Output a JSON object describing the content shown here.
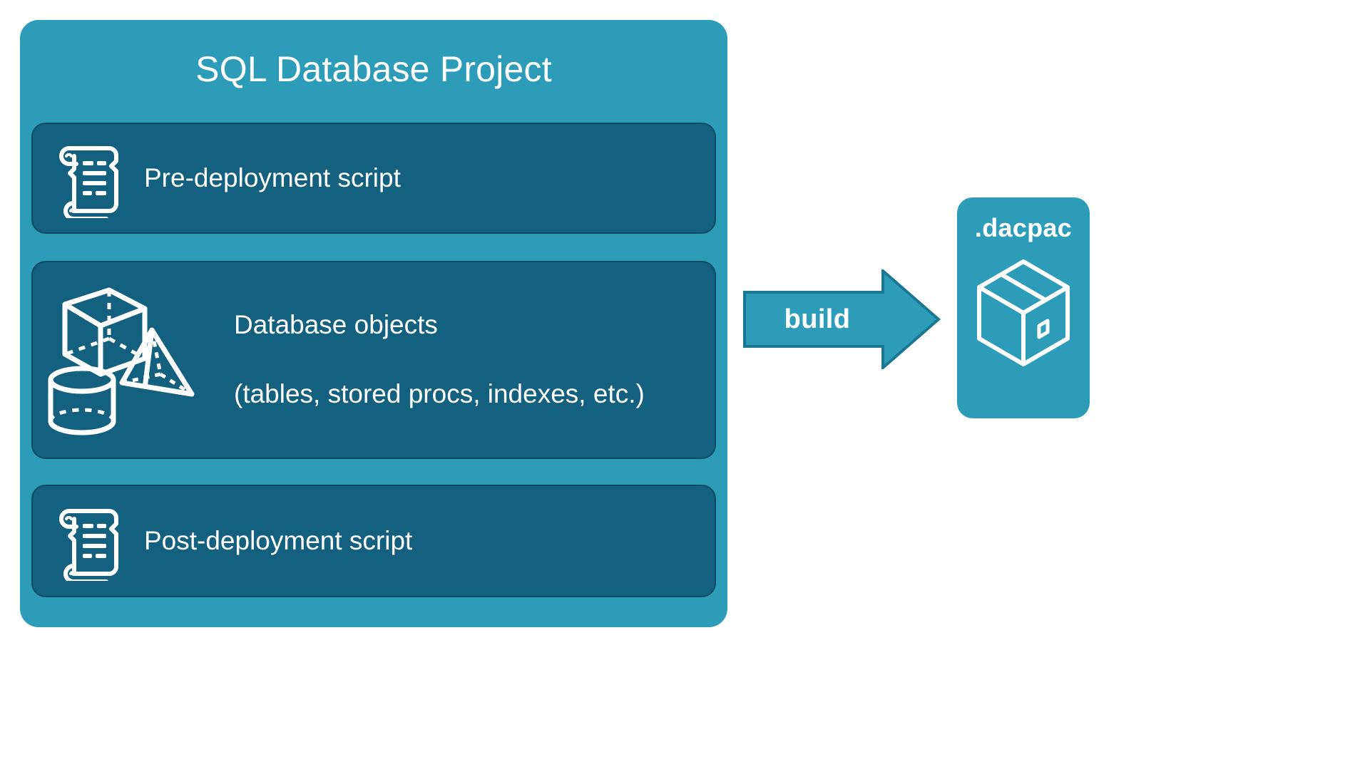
{
  "diagram": {
    "title": "SQL Database Project",
    "background_color": "#ffffff",
    "container_color": "#2c9cb8",
    "card_color": "#14607f",
    "card_border_color": "#0d4a63",
    "text_color": "#ffffff"
  },
  "project": {
    "title": "SQL Database Project",
    "cards": [
      {
        "id": "pre-deployment",
        "label": "Pre-deployment script",
        "icon": "scroll-icon"
      },
      {
        "id": "database-objects",
        "label": "Database objects\n(tables, stored procs, indexes, etc.)",
        "line1": "Database objects",
        "line2": "(tables, stored procs, indexes, etc.)",
        "icons": [
          "cube-icon",
          "pyramid-icon",
          "cylinder-icon"
        ]
      },
      {
        "id": "post-deployment",
        "label": "Post-deployment script",
        "icon": "scroll-icon"
      }
    ]
  },
  "build": {
    "label": "build",
    "arrow_color": "#2c9cb8",
    "arrow_border_color": "#1a6e87",
    "direction": "right"
  },
  "output": {
    "title": ".dacpac",
    "icon": "package-box-icon",
    "panel_color": "#2c9cb8"
  }
}
